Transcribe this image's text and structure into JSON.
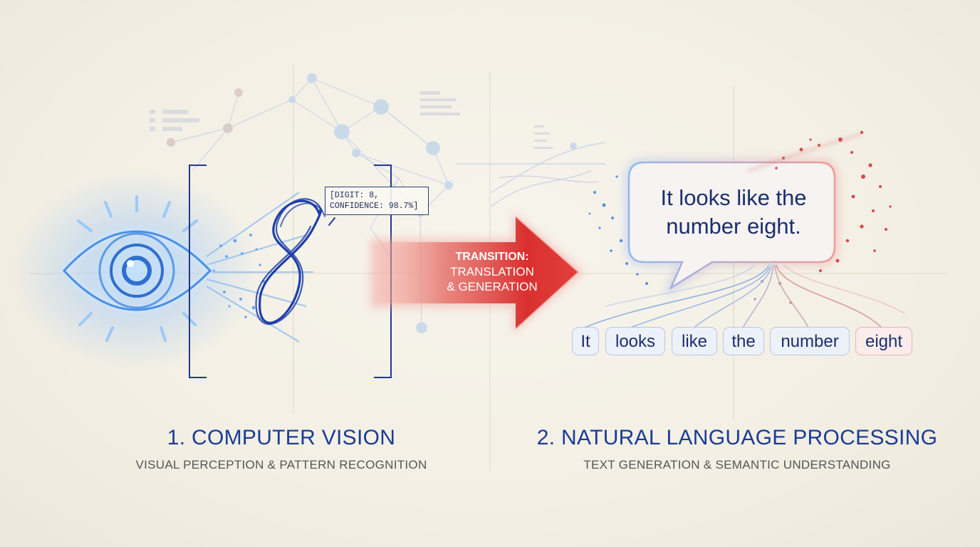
{
  "recognition": {
    "digit_line": "[DIGIT: 8,",
    "confidence_line": "CONFIDENCE: 98.7%]"
  },
  "transition": {
    "title": "TRANSITION:",
    "line1": "TRANSLATION",
    "line2": "& GENERATION"
  },
  "speech_bubble": {
    "line1": "It looks like the",
    "line2": "number eight."
  },
  "tokens": [
    "It",
    "looks",
    "like",
    "the",
    "number",
    "eight"
  ],
  "sections": [
    {
      "title": "1. COMPUTER VISION",
      "subtitle": "VISUAL PERCEPTION & PATTERN RECOGNITION"
    },
    {
      "title": "2. NATURAL LANGUAGE PROCESSING",
      "subtitle": "TEXT GENERATION & SEMANTIC UNDERSTANDING"
    }
  ],
  "colors": {
    "blue_primary": "#1a3c96",
    "blue_glow": "#6fa8f0",
    "red_arrow": "#e0393a",
    "background": "#f4f0e6"
  },
  "icons": {
    "eye": "eye-icon",
    "arrow": "arrow-right-icon",
    "speech": "speech-bubble-icon"
  }
}
